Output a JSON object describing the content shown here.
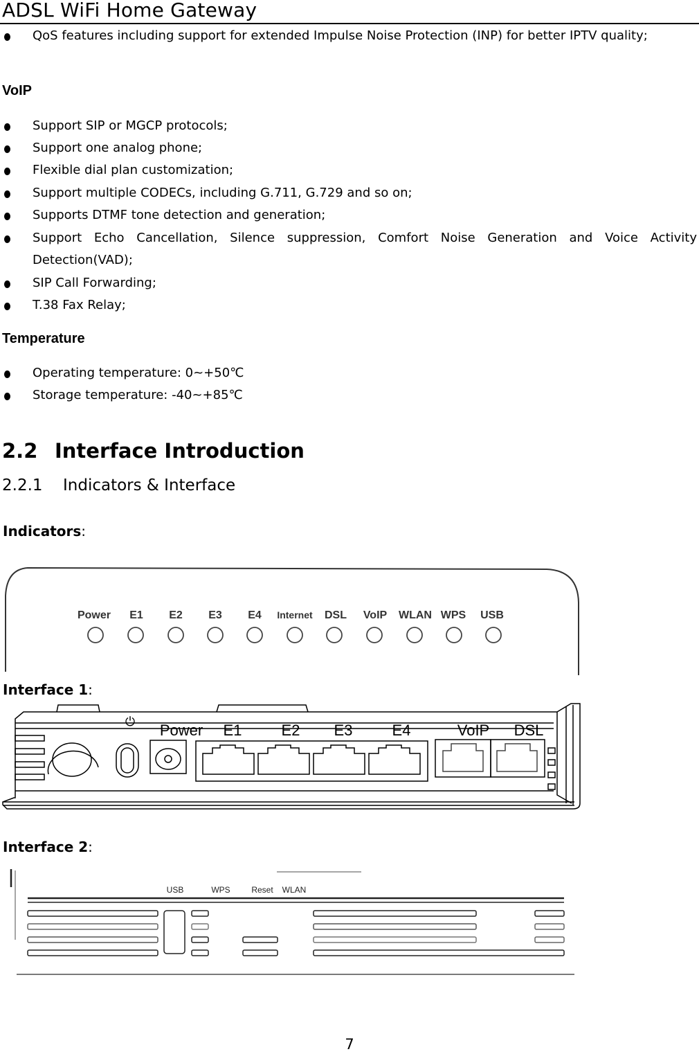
{
  "header": {
    "title": "ADSL WiFi Home Gateway"
  },
  "intro_bullets": [
    {
      "text": "QoS features including support for extended Impulse Noise Protection (INP) for better IPTV quality;"
    }
  ],
  "sections": {
    "voip": {
      "heading": "VoIP",
      "bullets": [
        "Support SIP or MGCP protocols;",
        "Support one analog phone;",
        "Flexible dial plan customization;",
        "Support multiple CODECs, including G.711, G.729 and so on;",
        "Supports DTMF tone detection and generation;",
        "Support Echo Cancellation, Silence suppression, Comfort Noise Generation and Voice Activity Detection(VAD);",
        "SIP Call Forwarding;",
        "T.38 Fax Relay;"
      ]
    },
    "temperature": {
      "heading": "Temperature",
      "bullets": [
        "Operating temperature: 0~+50℃",
        "Storage temperature: -40~+85℃"
      ]
    }
  },
  "chapter": {
    "number": "2.2",
    "title": "Interface Introduction"
  },
  "subchapter": {
    "number": "2.2.1",
    "title": "Indicators & Interface"
  },
  "figures": {
    "indicators": {
      "label": "Indicators",
      "suffix": ":",
      "leds": [
        "Power",
        "E1",
        "E2",
        "E3",
        "E4",
        "Internet",
        "DSL",
        "VoIP",
        "WLAN",
        "WPS",
        "USB"
      ]
    },
    "interface1": {
      "label": "Interface 1",
      "suffix": ":",
      "power_symbol": "⏻",
      "ports": [
        "Power",
        "E1",
        "E2",
        "E3",
        "E4",
        "VoIP",
        "DSL"
      ]
    },
    "interface2": {
      "label": "Interface 2",
      "suffix": ":",
      "buttons": [
        "USB",
        "WPS",
        "Reset",
        "WLAN"
      ]
    }
  },
  "footer": {
    "page_number": "7"
  }
}
